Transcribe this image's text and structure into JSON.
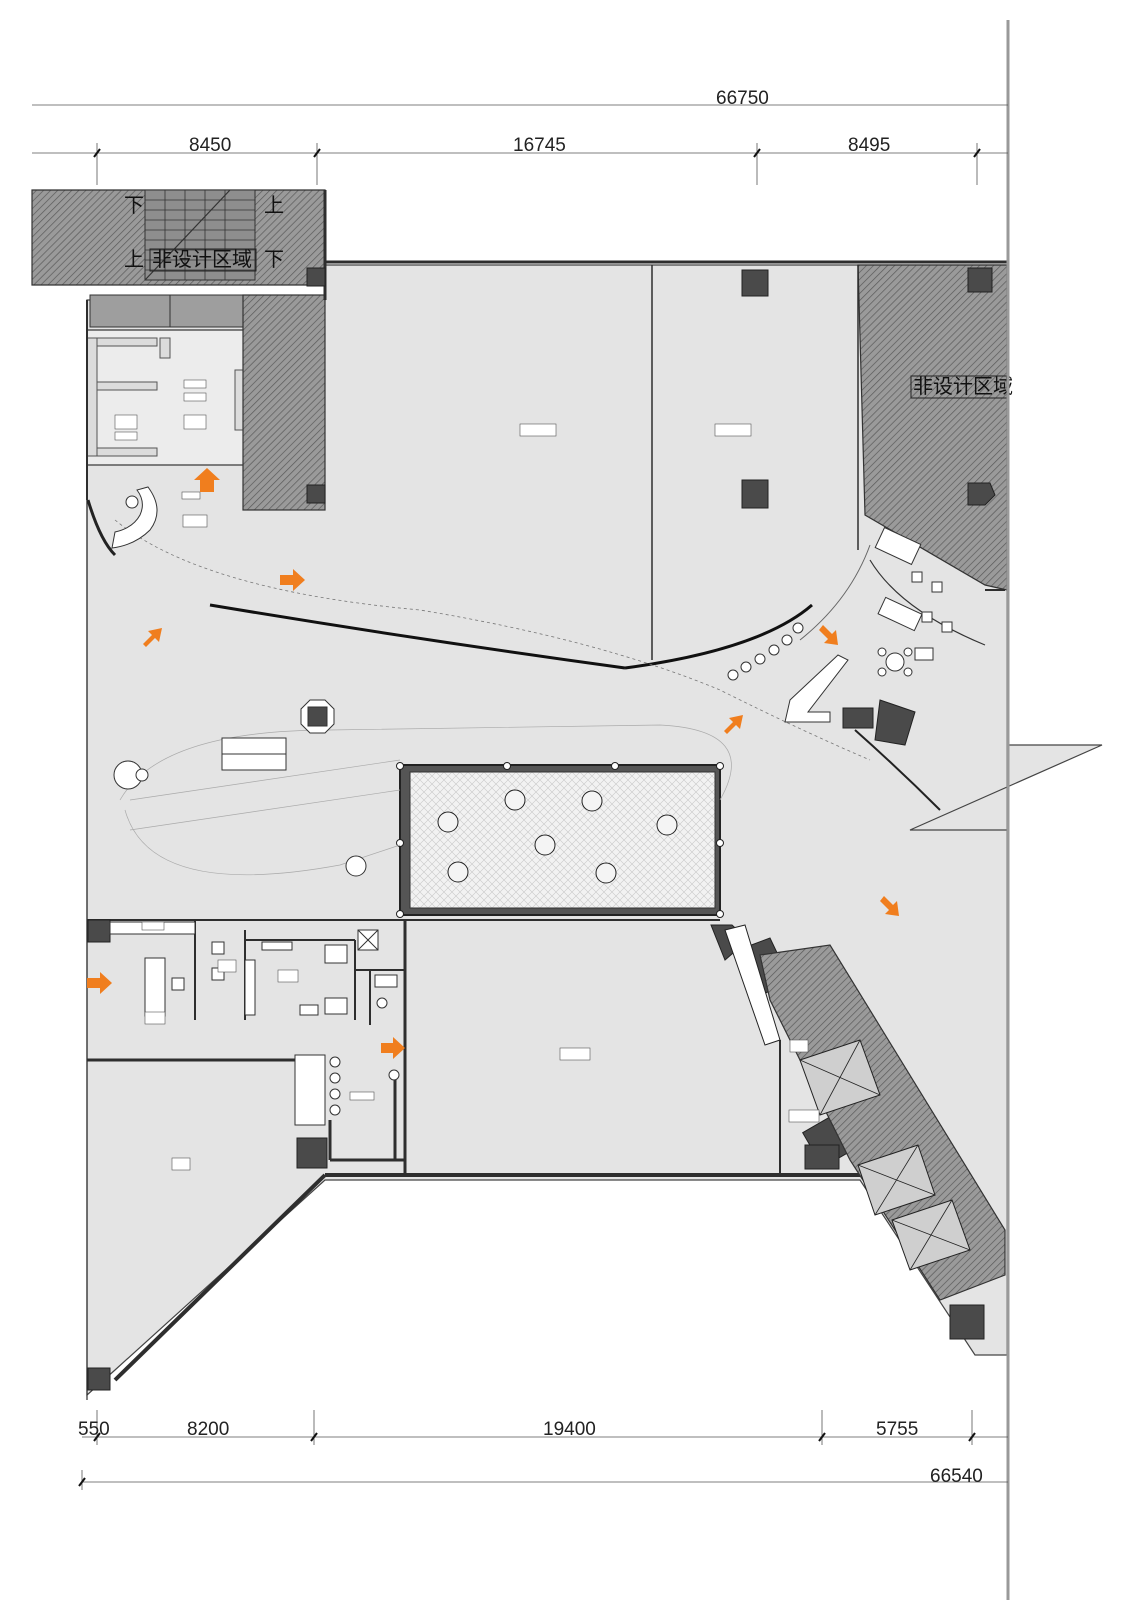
{
  "dimensions": {
    "top_total": "66750",
    "top_segments": [
      "8450",
      "16745",
      "8495"
    ],
    "bottom_segments": [
      "550",
      "8200",
      "19400",
      "5755"
    ],
    "bottom_total": "66540"
  },
  "zones": {
    "non_design_1": "非设计区域",
    "non_design_2": "非设计区域"
  },
  "stair_marks": {
    "down_1": "下",
    "up_1": "上",
    "up_2": "上",
    "down_2": "下"
  },
  "colors": {
    "floor": "#e4e4e4",
    "hatch": "#7a7a7a",
    "column": "#4a4a4a",
    "wall": "#2e2e2e",
    "arrow": "#f07e1e",
    "outside": "#ffffff"
  }
}
